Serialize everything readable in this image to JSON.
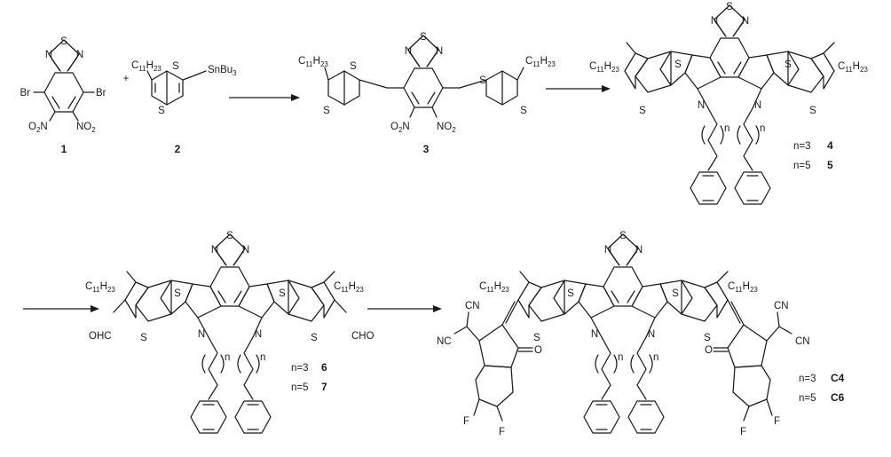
{
  "atoms": {
    "S": "S",
    "N": "N",
    "Br": "Br",
    "F": "F",
    "O": "O",
    "NO2_main": "NO",
    "NO2_sub": "2",
    "O2N_main": "O",
    "O2N_sub": "2",
    "O2N_tail": "N",
    "C11H23_C": "C",
    "C11H23_a": "11",
    "C11H23_H": "H",
    "C11H23_b": "23",
    "SnBu3_main": "SnBu",
    "SnBu3_sub": "3",
    "CHO": "CHO",
    "OHC": "OHC",
    "CN": "CN",
    "NC": "NC",
    "n": "n",
    "plus": "+"
  },
  "compounds": {
    "c1": "1",
    "c2": "2",
    "c3": "3"
  },
  "series": [
    {
      "n_label": "n=3",
      "id": "4"
    },
    {
      "n_label": "n=5",
      "id": "5"
    },
    {
      "n_label": "n=3",
      "id": "6"
    },
    {
      "n_label": "n=5",
      "id": "7"
    },
    {
      "n_label": "n=3",
      "id": "C4"
    },
    {
      "n_label": "n=5",
      "id": "C6"
    }
  ]
}
